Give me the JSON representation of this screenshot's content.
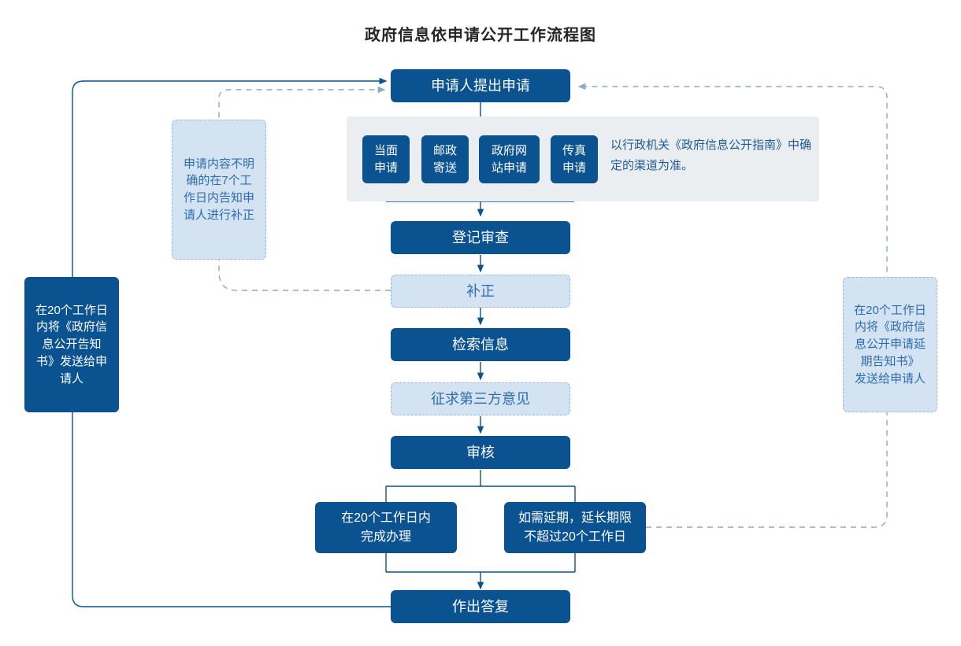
{
  "title": "政府信息依申请公开工作流程图",
  "colors": {
    "dark_blue": "#0a5290",
    "light_blue": "#d4e3f2",
    "light_blue_text": "#2f6cad",
    "panel_grey": "#ebeef0",
    "line_blue": "#0a5290",
    "dashed_grey": "#8fa9c4",
    "title_text": "#262626"
  },
  "nodes": {
    "start": "申请人提出申请",
    "channels": [
      "当面\n申请",
      "邮政\n寄送",
      "政府网\n站申请",
      "传真\n申请"
    ],
    "channel_note": "以行政机关《政府信息公开指南》中确定的渠道为准。",
    "register_review": "登记审查",
    "supplement": "补正",
    "retrieve_info": "检索信息",
    "third_party_opinion": "征求第三方意见",
    "audit": "审核",
    "complete_in_20": "在20个工作日内\n完成办理",
    "extension": "如需延期，延长期限\n不超过20个工作日",
    "reply": "作出答复"
  },
  "notes": {
    "left_light": "申请内容不明确的在7个工作日内告知申请人进行补正",
    "left_dark": "在20个工作日内将《政府信息公开告知书》发送给申请人",
    "right_light": "在20个工作日内将《政府信息公开申请延期告知书》 发送给申请人"
  }
}
